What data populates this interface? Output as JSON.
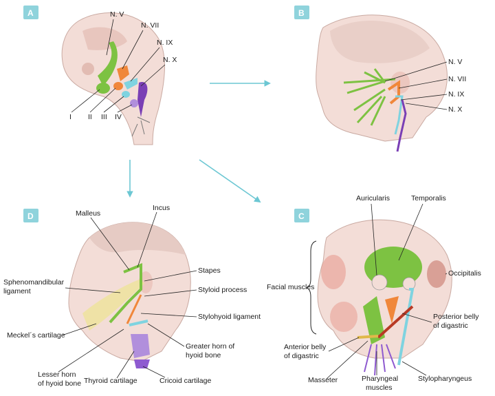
{
  "panels": {
    "A": {
      "badge": "A",
      "nerves": [
        "N. V",
        "N. VII",
        "N. IX",
        "N. X"
      ],
      "arches": [
        "I",
        "II",
        "III",
        "IV"
      ]
    },
    "B": {
      "badge": "B",
      "nerves": [
        "N. V",
        "N. VII",
        "N. IX",
        "N. X"
      ]
    },
    "D": {
      "badge": "D",
      "labels": {
        "malleus": "Malleus",
        "incus": "Incus",
        "stapes": "Stapes",
        "styloid": "Styloid process",
        "sphenomandibular_1": "Sphenomandibular",
        "sphenomandibular_2": "ligament",
        "stylohyoid": "Stylohyoid ligament",
        "meckel": "Meckel´s cartilage",
        "greater_horn_1": "Greater horn of",
        "greater_horn_2": "hyoid bone",
        "lesser_horn_1": "Lesser horn",
        "lesser_horn_2": "of hyoid bone",
        "thyroid": "Thyroid cartilage",
        "cricoid": "Cricoid cartilage"
      }
    },
    "C": {
      "badge": "C",
      "labels": {
        "auricularis": "Auricularis",
        "temporalis": "Temporalis",
        "occipitalis": "Occipitalis",
        "facial_muscles": "Facial muscles",
        "posterior_belly_1": "Posterior belly",
        "posterior_belly_2": "of digastric",
        "anterior_belly_1": "Anterior belly",
        "anterior_belly_2": "of digastric",
        "masseter": "Masseter",
        "pharyngeal_1": "Pharyngeal",
        "pharyngeal_2": "muscles",
        "stylopharyngeus": "Stylopharyngeus"
      }
    }
  },
  "colors": {
    "badge": "#8fd3dc",
    "arrow": "#6cc7d3",
    "nerve_v": "#7dc242",
    "nerve_vii": "#f0873a",
    "nerve_ix": "#7fd3e0",
    "nerve_x": "#7a3fb5",
    "skin": "#f2d6cf",
    "skull": "#e9ccc4"
  }
}
